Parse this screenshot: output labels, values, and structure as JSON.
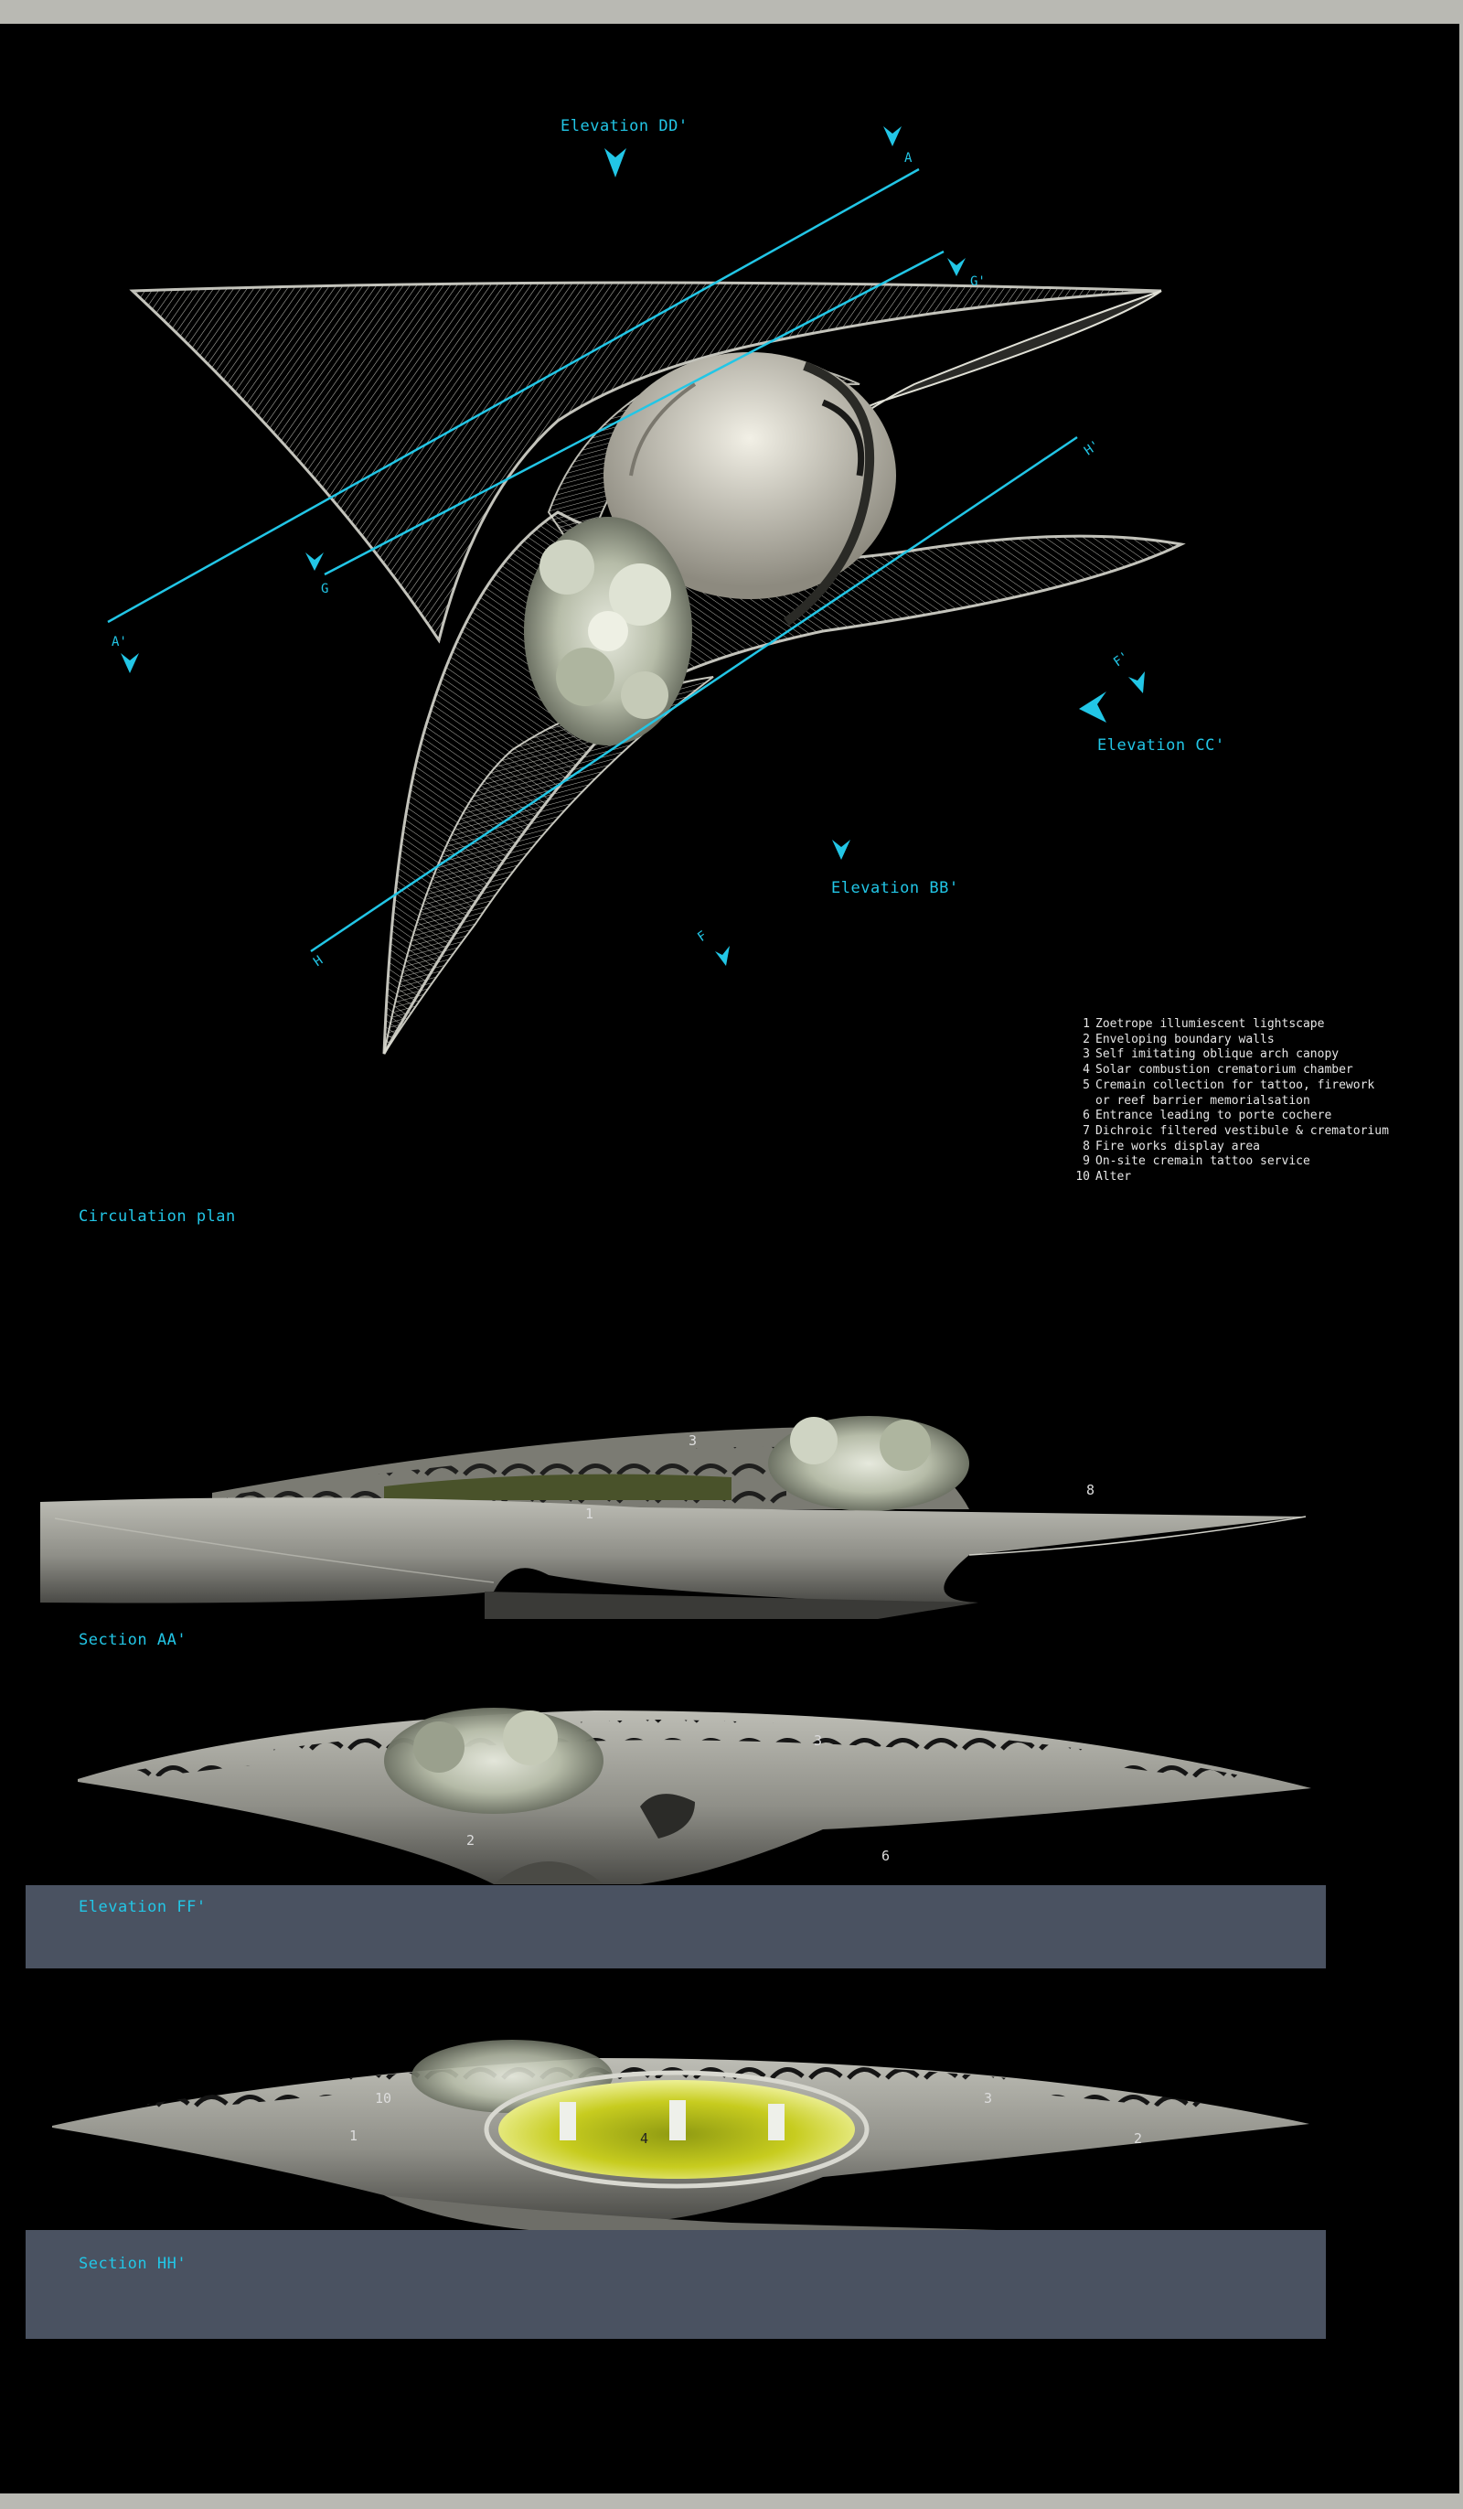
{
  "plan": {
    "title": "Circulation plan",
    "elevations": {
      "dd": "Elevation DD'",
      "cc": "Elevation CC'",
      "bb": "Elevation BB'"
    },
    "markers": {
      "a": "A",
      "a_prime": "A'",
      "g": "G",
      "g_prime": "G'",
      "h": "H",
      "h_prime": "H'",
      "f": "F",
      "f_prime": "F'"
    }
  },
  "legend": {
    "items": [
      {
        "n": "1",
        "text": "Zoetrope illumiescent lightscape"
      },
      {
        "n": "2",
        "text": "Enveloping boundary walls"
      },
      {
        "n": "3",
        "text": "Self imitating oblique arch canopy"
      },
      {
        "n": "4",
        "text": "Solar combustion crematorium chamber"
      },
      {
        "n": "5",
        "text": "Cremain collection for tattoo, firework"
      },
      {
        "n": "",
        "text": "or reef barrier memorialsation"
      },
      {
        "n": "6",
        "text": "Entrance leading to porte cochere"
      },
      {
        "n": "7",
        "text": "Dichroic filtered vestibule & crematorium"
      },
      {
        "n": "8",
        "text": "Fire works display area"
      },
      {
        "n": "9",
        "text": "On-site cremain tattoo service"
      },
      {
        "n": "10",
        "text": "Alter"
      }
    ]
  },
  "sections": {
    "aa": {
      "title": "Section AA'",
      "labels": {
        "one": "1",
        "three": "3",
        "eight": "8"
      }
    },
    "ff": {
      "title": "Elevation FF'",
      "labels": {
        "two": "2",
        "three": "3",
        "six": "6"
      }
    },
    "hh": {
      "title": "Section HH'",
      "labels": {
        "ten": "10",
        "one": "1",
        "four": "4",
        "three": "3",
        "two": "2"
      }
    }
  },
  "colors": {
    "accent": "#22c6e6",
    "band": "#4a5261",
    "frame": "#b9b9b3",
    "chamber": "#c7cc1f"
  }
}
